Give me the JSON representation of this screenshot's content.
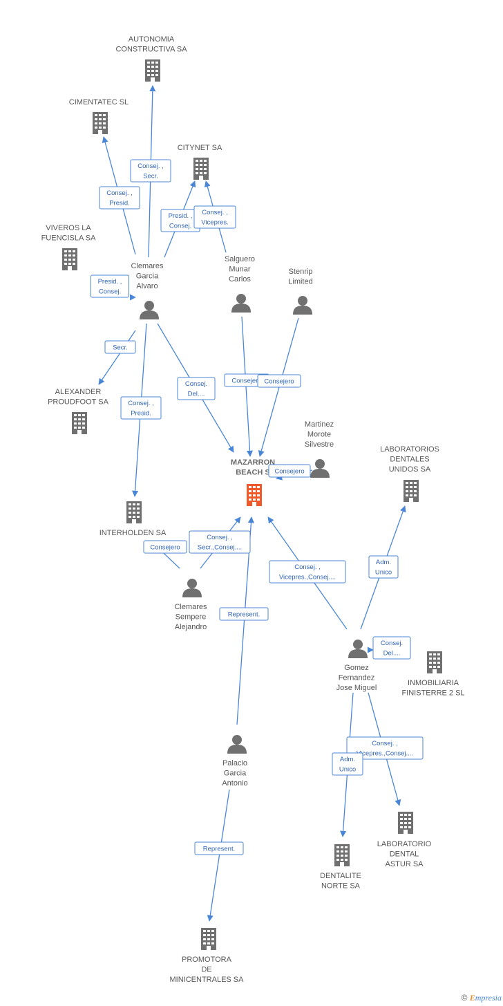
{
  "colors": {
    "edge": "#4a86d6",
    "icon": "#707070",
    "center_icon": "#f05a2a",
    "label": "#555555"
  },
  "nodes": [
    {
      "id": "autonomia",
      "type": "company",
      "lines": [
        "AUTONOMIA",
        "CONSTRUCTIVA SA"
      ]
    },
    {
      "id": "cimentatec",
      "type": "company",
      "lines": [
        "CIMENTATEC SL"
      ]
    },
    {
      "id": "citynet",
      "type": "company",
      "lines": [
        "CITYNET SA"
      ]
    },
    {
      "id": "viveros",
      "type": "company",
      "lines": [
        "VIVEROS LA",
        "FUENCISLA SA"
      ]
    },
    {
      "id": "clemares_garcia",
      "type": "person",
      "lines": [
        "Clemares",
        "Garcia",
        "Alvaro"
      ]
    },
    {
      "id": "salguero",
      "type": "person",
      "lines": [
        "Salguero",
        "Munar",
        "Carlos"
      ]
    },
    {
      "id": "stenrip",
      "type": "person",
      "lines": [
        "Stenrip",
        "Limited"
      ]
    },
    {
      "id": "alexander",
      "type": "company",
      "lines": [
        "ALEXANDER",
        "PROUDFOOT SA"
      ]
    },
    {
      "id": "martinez",
      "type": "person",
      "lines": [
        "Martinez",
        "Morote",
        "Silvestre"
      ]
    },
    {
      "id": "laboratorios_dentales",
      "type": "company",
      "lines": [
        "LABORATORIOS",
        "DENTALES",
        "UNIDOS SA"
      ]
    },
    {
      "id": "mazarron",
      "type": "center",
      "lines": [
        "MAZARRON",
        "BEACH S"
      ]
    },
    {
      "id": "interholden",
      "type": "company",
      "lines": [
        "INTERHOLDEN SA"
      ]
    },
    {
      "id": "clemares_sempere",
      "type": "person",
      "lines": [
        "Clemares",
        "Sempere",
        "Alejandro"
      ]
    },
    {
      "id": "gomez",
      "type": "person",
      "lines": [
        "Gomez",
        "Fernandez",
        "Jose Miguel"
      ]
    },
    {
      "id": "inmobiliaria",
      "type": "company",
      "lines": [
        "INMOBILIARIA",
        "FINISTERRE 2 SL"
      ]
    },
    {
      "id": "palacio",
      "type": "person",
      "lines": [
        "Palacio",
        "Garcia",
        "Antonio"
      ]
    },
    {
      "id": "laboratorio_dental_astur",
      "type": "company",
      "lines": [
        "LABORATORIO",
        "DENTAL",
        "ASTUR SA"
      ]
    },
    {
      "id": "dentalite",
      "type": "company",
      "lines": [
        "DENTALITE",
        "NORTE SA"
      ]
    },
    {
      "id": "promotora",
      "type": "company",
      "lines": [
        "PROMOTORA",
        "DE",
        "MINICENTRALES SA"
      ]
    }
  ],
  "edges": [
    {
      "id": "e1",
      "from": "clemares_garcia",
      "to": "autonomia",
      "label": [
        "Consej. ,",
        "Secr."
      ]
    },
    {
      "id": "e2",
      "from": "clemares_garcia",
      "to": "cimentatec",
      "label": [
        "Consej. ,",
        "Presid."
      ]
    },
    {
      "id": "e3",
      "from": "clemares_garcia",
      "to": "citynet",
      "label": [
        "Presid. ,",
        "Consej."
      ]
    },
    {
      "id": "e4",
      "from": "salguero",
      "to": "citynet",
      "label": [
        "Consej. ,",
        "Vicepres."
      ]
    },
    {
      "id": "e5",
      "from": "clemares_garcia",
      "to": "viveros",
      "label": [
        "Presid. ,",
        "Consej."
      ]
    },
    {
      "id": "e6",
      "from": "clemares_garcia",
      "to": "alexander",
      "label": [
        "Secr."
      ]
    },
    {
      "id": "e7",
      "from": "clemares_garcia",
      "to": "interholden",
      "label": [
        "Consej. ,",
        "Presid."
      ]
    },
    {
      "id": "e8",
      "from": "clemares_garcia",
      "to": "mazarron",
      "label": [
        "Consej.",
        "Del...."
      ]
    },
    {
      "id": "e9",
      "from": "salguero",
      "to": "mazarron",
      "label": [
        "Consejero"
      ]
    },
    {
      "id": "e10",
      "from": "stenrip",
      "to": "mazarron",
      "label": [
        "Consejero"
      ]
    },
    {
      "id": "e11",
      "from": "martinez",
      "to": "mazarron",
      "label": [
        "Consejero"
      ]
    },
    {
      "id": "e12",
      "from": "clemares_sempere",
      "to": "interholden",
      "label": [
        "Consejero"
      ]
    },
    {
      "id": "e13",
      "from": "clemares_sempere",
      "to": "mazarron",
      "label": [
        "Consej. ,",
        "Secr.,Consej...."
      ]
    },
    {
      "id": "e14",
      "from": "palacio",
      "to": "mazarron",
      "label": [
        "Represent."
      ]
    },
    {
      "id": "e15",
      "from": "gomez",
      "to": "mazarron",
      "label": [
        "Consej. ,",
        "Vicepres.,Consej...."
      ]
    },
    {
      "id": "e16",
      "from": "gomez",
      "to": "laboratorios_dentales",
      "label": [
        "Adm.",
        "Unico"
      ]
    },
    {
      "id": "e17",
      "from": "gomez",
      "to": "inmobiliaria",
      "label": [
        "Consej.",
        "Del...."
      ]
    },
    {
      "id": "e18",
      "from": "gomez",
      "to": "laboratorio_dental_astur",
      "label": [
        "Consej. ,",
        "Vicepres.,Consej...."
      ]
    },
    {
      "id": "e19",
      "from": "gomez",
      "to": "dentalite",
      "label": [
        "Adm.",
        "Unico"
      ]
    },
    {
      "id": "e20",
      "from": "palacio",
      "to": "promotora",
      "label": [
        "Represent."
      ]
    }
  ],
  "brand": {
    "symbol": "©",
    "e": "E",
    "rest": "mpresia"
  }
}
